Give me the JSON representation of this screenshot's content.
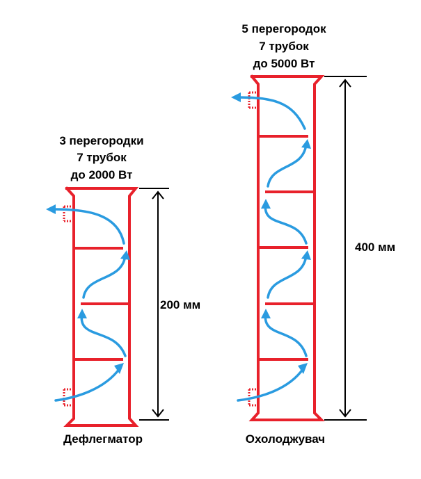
{
  "left": {
    "caption_lines": [
      "3 перегородки",
      "7 трубок",
      "до 2000 Вт"
    ],
    "height_label": "200 мм",
    "name": "Дефлегматор",
    "baffles": 3
  },
  "right": {
    "caption_lines": [
      "5 перегородок",
      "7 трубок",
      "до 5000 Вт"
    ],
    "height_label": "400 мм",
    "name": "Охолоджувач",
    "baffles": 5
  },
  "colors": {
    "body": "#e8212b",
    "flow": "#2a9be0",
    "dimension": "#000000"
  }
}
